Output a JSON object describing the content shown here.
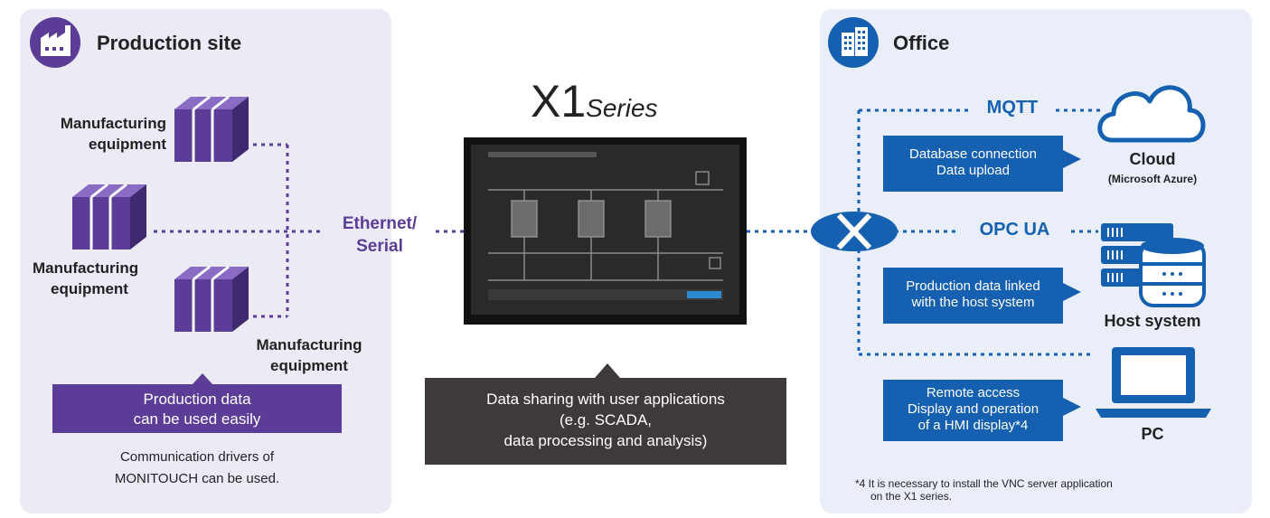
{
  "production_site": {
    "title": "Production site",
    "equipment_labels": [
      [
        "Manufacturing",
        "equipment"
      ],
      [
        "Manufacturing",
        "equipment"
      ],
      [
        "Manufacturing",
        "equipment"
      ]
    ],
    "callout": [
      "Production data",
      "can be used easily"
    ],
    "note": [
      "Communication drivers of",
      "MONITOUCH can be used."
    ]
  },
  "center": {
    "brand_big": "X1",
    "brand_series": "Series",
    "connection_label": [
      "Ethernet/",
      "Serial"
    ],
    "callout": [
      "Data sharing with user applications",
      "(e.g. SCADA,",
      "data processing and analysis)"
    ]
  },
  "office": {
    "title": "Office",
    "protocols": [
      "MQTT",
      "OPC UA"
    ],
    "boxes": [
      [
        "Database connection",
        "Data upload"
      ],
      [
        "Production data linked",
        "with the host system"
      ],
      [
        "Remote access",
        "Display and operation",
        "of a HMI display*4"
      ]
    ],
    "cloud_label": "Cloud",
    "cloud_sub": "(Microsoft Azure)",
    "host_label": "Host system",
    "pc_label": "PC",
    "footnote": [
      "*4  It is necessary to install the VNC server application",
      "on the X1 series."
    ]
  },
  "colors": {
    "purple": "#5b3c96",
    "blue": "#1560b0",
    "dark_callout": "#3e3a39",
    "left_panel": "#ecebf5",
    "right_panel": "#eaeef8"
  }
}
